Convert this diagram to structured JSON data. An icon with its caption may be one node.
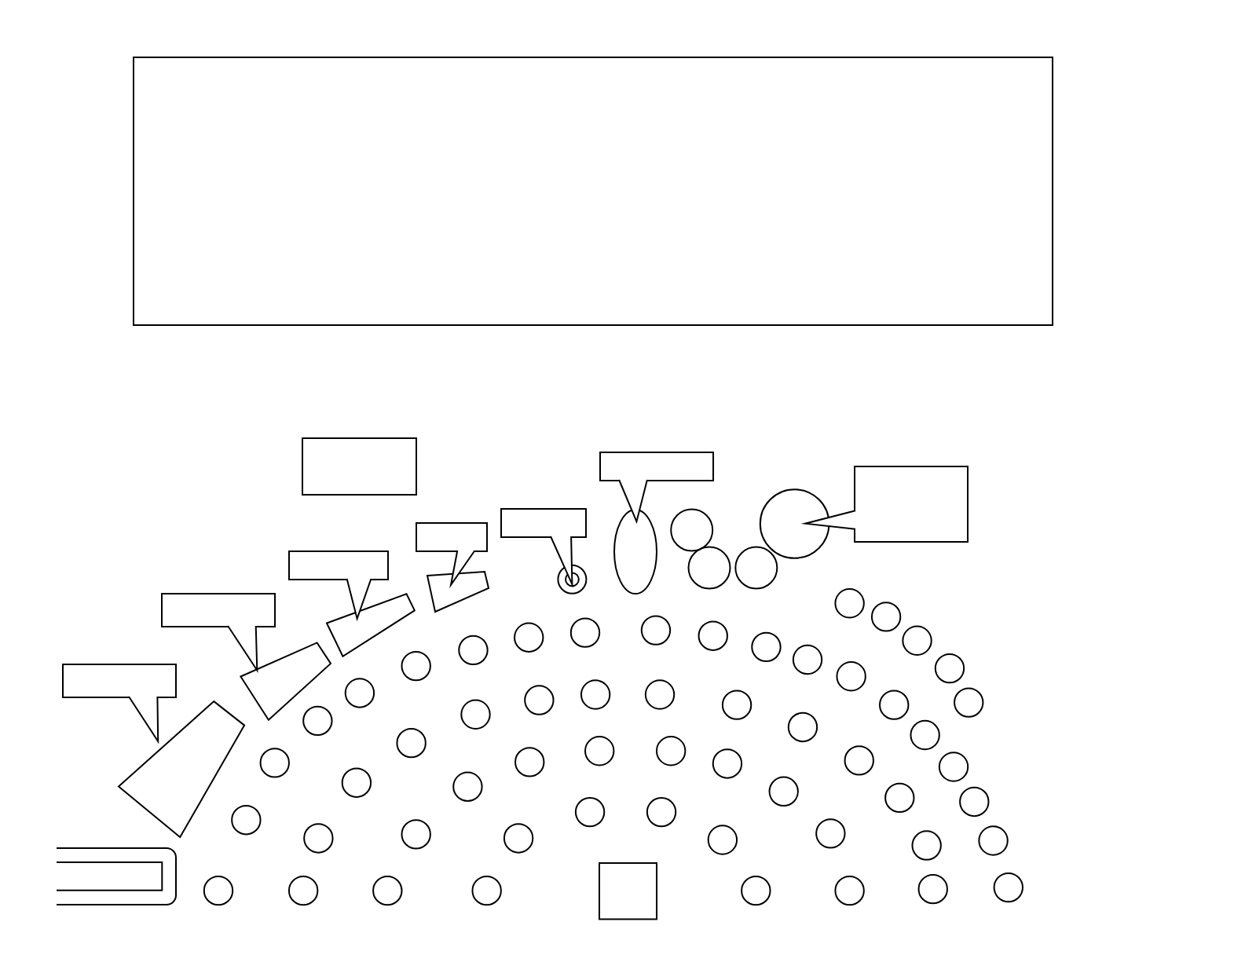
{
  "diagram": {
    "nodes": [
      {
        "text": [],
        "shape": "box"
      },
      {
        "text": [],
        "shape": "box"
      },
      {
        "text": [],
        "shape": "box"
      },
      {
        "text": [],
        "shape": "box"
      },
      {
        "text": [],
        "shape": "box"
      },
      {
        "text": [],
        "shape": "ellipse"
      },
      {
        "text": [],
        "shape": "box"
      },
      {
        "text": [],
        "shape": "circle"
      },
      {
        "text": [],
        "shape": "circle"
      },
      {
        "text": [],
        "shape": "box"
      },
      {
        "text": [],
        "shape": "circle"
      },
      {
        "text": [],
        "shape": "circle",
        "in": 10
      },
      {
        "text": [],
        "shape": "circle"
      },
      {
        "text": [],
        "shape": "circle"
      },
      {
        "text": [],
        "shape": "trapezoid"
      },
      {
        "text": [],
        "shape": "box"
      },
      {
        "text": [],
        "shape": "trapezoid"
      },
      {
        "text": [],
        "shape": "trapezoid"
      },
      {
        "text": [],
        "shape": "box"
      },
      {
        "text": [],
        "shape": "trapezoid"
      },
      {
        "text": [],
        "shape": "circle"
      },
      {
        "text": [],
        "shape": "circle"
      },
      {
        "text": [],
        "shape": "circle"
      },
      {
        "text": [],
        "shape": "circle"
      },
      {
        "text": [],
        "shape": "circle"
      },
      {
        "text": [],
        "shape": "circle"
      },
      {
        "text": [],
        "shape": "circle"
      },
      {
        "text": [],
        "shape": "circle"
      },
      {
        "text": [],
        "shape": "circle"
      },
      {
        "text": [],
        "shape": "circle"
      },
      {
        "text": [],
        "shape": "circle"
      },
      {
        "text": [],
        "shape": "circle"
      },
      {
        "text": [],
        "shape": "circle"
      },
      {
        "text": [],
        "shape": "circle"
      },
      {
        "text": [],
        "shape": "circle"
      },
      {
        "text": [],
        "shape": "circle"
      },
      {
        "text": [],
        "shape": "circle"
      },
      {
        "text": [],
        "shape": "circle"
      },
      {
        "text": [],
        "shape": "circle"
      },
      {
        "text": [],
        "shape": "circle"
      },
      {
        "text": [],
        "shape": "circle"
      },
      {
        "text": [],
        "shape": "circle"
      },
      {
        "text": [],
        "shape": "circle"
      },
      {
        "text": [],
        "shape": "circle"
      },
      {
        "text": [],
        "shape": "circle"
      },
      {
        "text": [],
        "shape": "circle"
      },
      {
        "text": [],
        "shape": "circle"
      },
      {
        "text": [],
        "shape": "circle"
      },
      {
        "text": [],
        "shape": "circle"
      },
      {
        "text": [],
        "shape": "circle"
      },
      {
        "text": [],
        "shape": "circle"
      },
      {
        "text": [],
        "shape": "circle"
      },
      {
        "text": [],
        "shape": "circle"
      },
      {
        "text": [],
        "shape": "circle"
      },
      {
        "text": [],
        "shape": "circle"
      },
      {
        "text": [],
        "shape": "circle"
      },
      {
        "text": [],
        "shape": "circle"
      },
      {
        "text": [],
        "shape": "circle"
      },
      {
        "text": [],
        "shape": "circle"
      },
      {
        "text": [],
        "shape": "circle"
      },
      {
        "text": [],
        "shape": "circle"
      },
      {
        "text": [],
        "shape": "circle"
      },
      {
        "text": [],
        "shape": "circle"
      },
      {
        "text": [],
        "shape": "circle"
      },
      {
        "text": [],
        "shape": "circle"
      },
      {
        "text": [],
        "shape": "circle"
      },
      {
        "text": [],
        "shape": "circle"
      },
      {
        "text": [],
        "shape": "circle"
      },
      {
        "text": [],
        "shape": "circle"
      },
      {
        "text": [],
        "shape": "circle"
      },
      {
        "text": [],
        "shape": "circle"
      },
      {
        "text": [],
        "shape": "circle"
      },
      {
        "text": [],
        "shape": "circle"
      },
      {
        "text": [],
        "shape": "circle"
      },
      {
        "text": [],
        "shape": "circle"
      },
      {
        "text": [],
        "shape": "box"
      },
      {
        "text": [],
        "shape": "box"
      },
      {
        "text": [],
        "shape": "box",
        "in": 76
      }
    ],
    "edges": [
      {
        "from": 2,
        "to": 5,
        "arrow": "to"
      },
      {
        "from": 3,
        "to": 7,
        "arrow": "to"
      },
      {
        "from": 4,
        "to": 11,
        "arrow": "to"
      },
      {
        "from": 6,
        "to": 14,
        "arrow": "to"
      },
      {
        "from": 9,
        "to": 16,
        "arrow": "to"
      },
      {
        "from": 15,
        "to": 17,
        "arrow": "to"
      },
      {
        "from": 18,
        "to": 19,
        "arrow": "to"
      }
    ]
  }
}
